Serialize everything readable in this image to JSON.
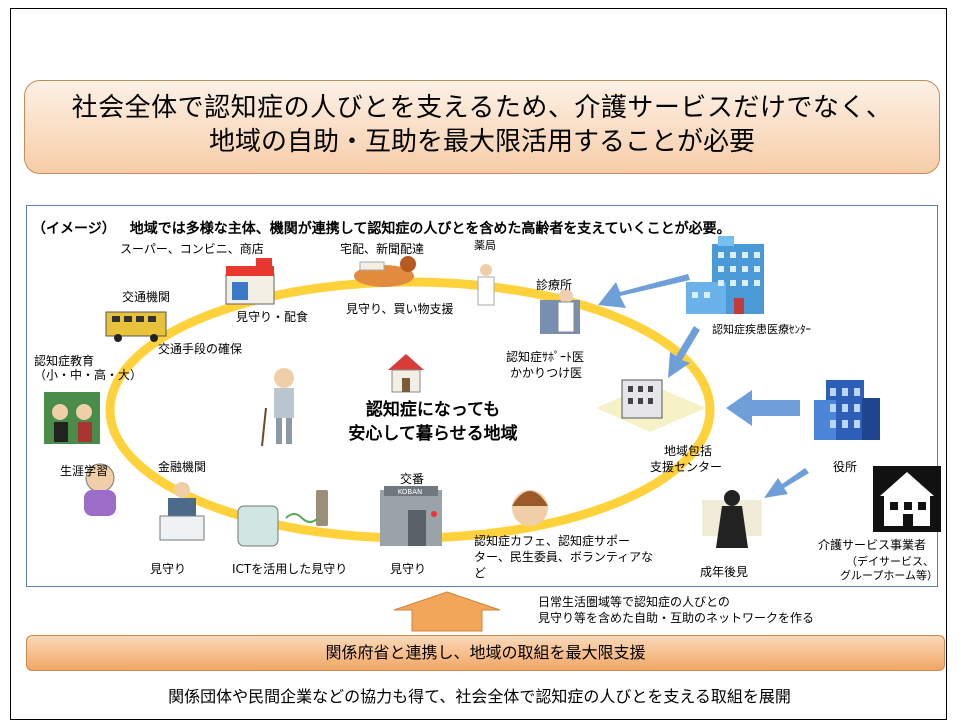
{
  "top_banner": {
    "line1": "社会全体で認知症の人びとを支えるため、介護サービスだけでなく、",
    "line2": "地域の自助・互助を最大限活用することが必要"
  },
  "diagram": {
    "image_label": "（イメージ）",
    "heading": "地域では多様な主体、機関が連携して認知症の人びとを含めた高齢者を支えていくことが必要。",
    "center_line1": "認知症になっても",
    "center_line2": "安心して暮らせる地域",
    "labels": {
      "supermarket": "スーパー、コンビニ、商店",
      "delivery": "宅配、新聞配達",
      "pharmacy": "薬局",
      "clinic": "診療所",
      "dementia_center": "認知症疾患医療ｾﾝﾀｰ",
      "transport": "交通機関",
      "watch_meal": "見守り・配食",
      "watch_shopping": "見守り、買い物支援",
      "transport_means": "交通手段の確保",
      "dementia_education_1": "認知症教育",
      "dementia_education_2": "（小・中・高・大）",
      "support_doctor_1": "認知症ｻﾎﾟｰﾄ医",
      "support_doctor_2": "かかりつけ医",
      "community_center_1": "地域包括",
      "community_center_2": "支援センター",
      "city_office": "役所",
      "lifelong_learning": "生涯学習",
      "financial": "金融機関",
      "police_box": "交番",
      "watch_1": "見守り",
      "ict_watch": "ICTを活用した見守り",
      "watch_2": "見守り",
      "cafe_1": "認知症カフェ、認知症サポー",
      "cafe_2": "ター、民生委員、ボランティアな",
      "cafe_3": "ど",
      "guardianship": "成年後見",
      "care_provider": "介護サービス事業者",
      "care_provider_sub1": "（デイサービス、",
      "care_provider_sub2": "グループホーム等）",
      "koban_sign": "KOBAN"
    }
  },
  "arrow_note": {
    "line1": "日常生活圏域等で認知症の人びとの",
    "line2": "見守り等を含めた自助・互助のネットワークを作る"
  },
  "bottom_bar": "関係府省と連携し、地域の取組を最大限支援",
  "bottom_text": "関係団体や民間企業などの協力も得て、社会全体で認知症の人びとを支える取組を展開",
  "colors": {
    "banner_fill": "#f6cda8",
    "ring": "#ffd23c",
    "arrow_blue": "#6e9fd8",
    "arrow_orange": "#f2a65a",
    "diagram_border": "#5b7fb5"
  }
}
